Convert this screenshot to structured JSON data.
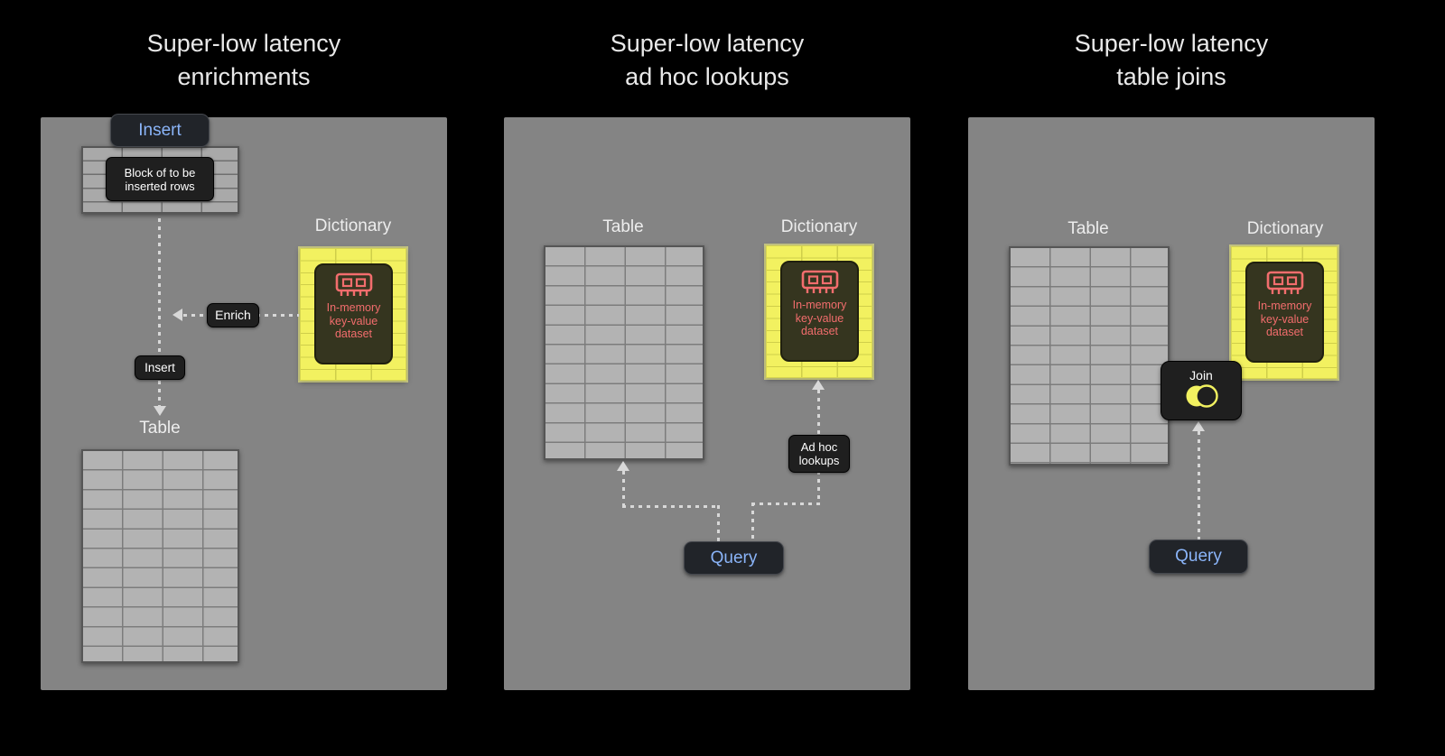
{
  "titles": [
    {
      "lines": [
        "Super-low latency",
        "enrichments"
      ]
    },
    {
      "lines": [
        "Super-low latency",
        "ad hoc lookups"
      ]
    },
    {
      "lines": [
        "Super-low latency",
        "table joins"
      ]
    }
  ],
  "dictionary": {
    "label": "Dictionary",
    "content": "In-memory key-value dataset"
  },
  "panel1": {
    "insert_button": "Insert",
    "block_label": "Block of to be inserted rows",
    "enrich_label": "Enrich",
    "insert_arrow_label": "Insert",
    "table_label": "Table"
  },
  "panel2": {
    "table_label": "Table",
    "adhoc_label": "Ad hoc lookups",
    "query_button": "Query"
  },
  "panel3": {
    "table_label": "Table",
    "join_label": "Join",
    "query_button": "Query"
  },
  "colors": {
    "background": "#000000",
    "panel_gray": "#848484",
    "accent_blue": "#8ab4f8",
    "dictionary_yellow": "#f2f160",
    "icon_red": "#f26d6d",
    "table_cell_gray": "#b3b3b3"
  },
  "icons": {
    "dictionary_icon": "memory-chip-icon",
    "join_icon": "venn-join-icon"
  }
}
